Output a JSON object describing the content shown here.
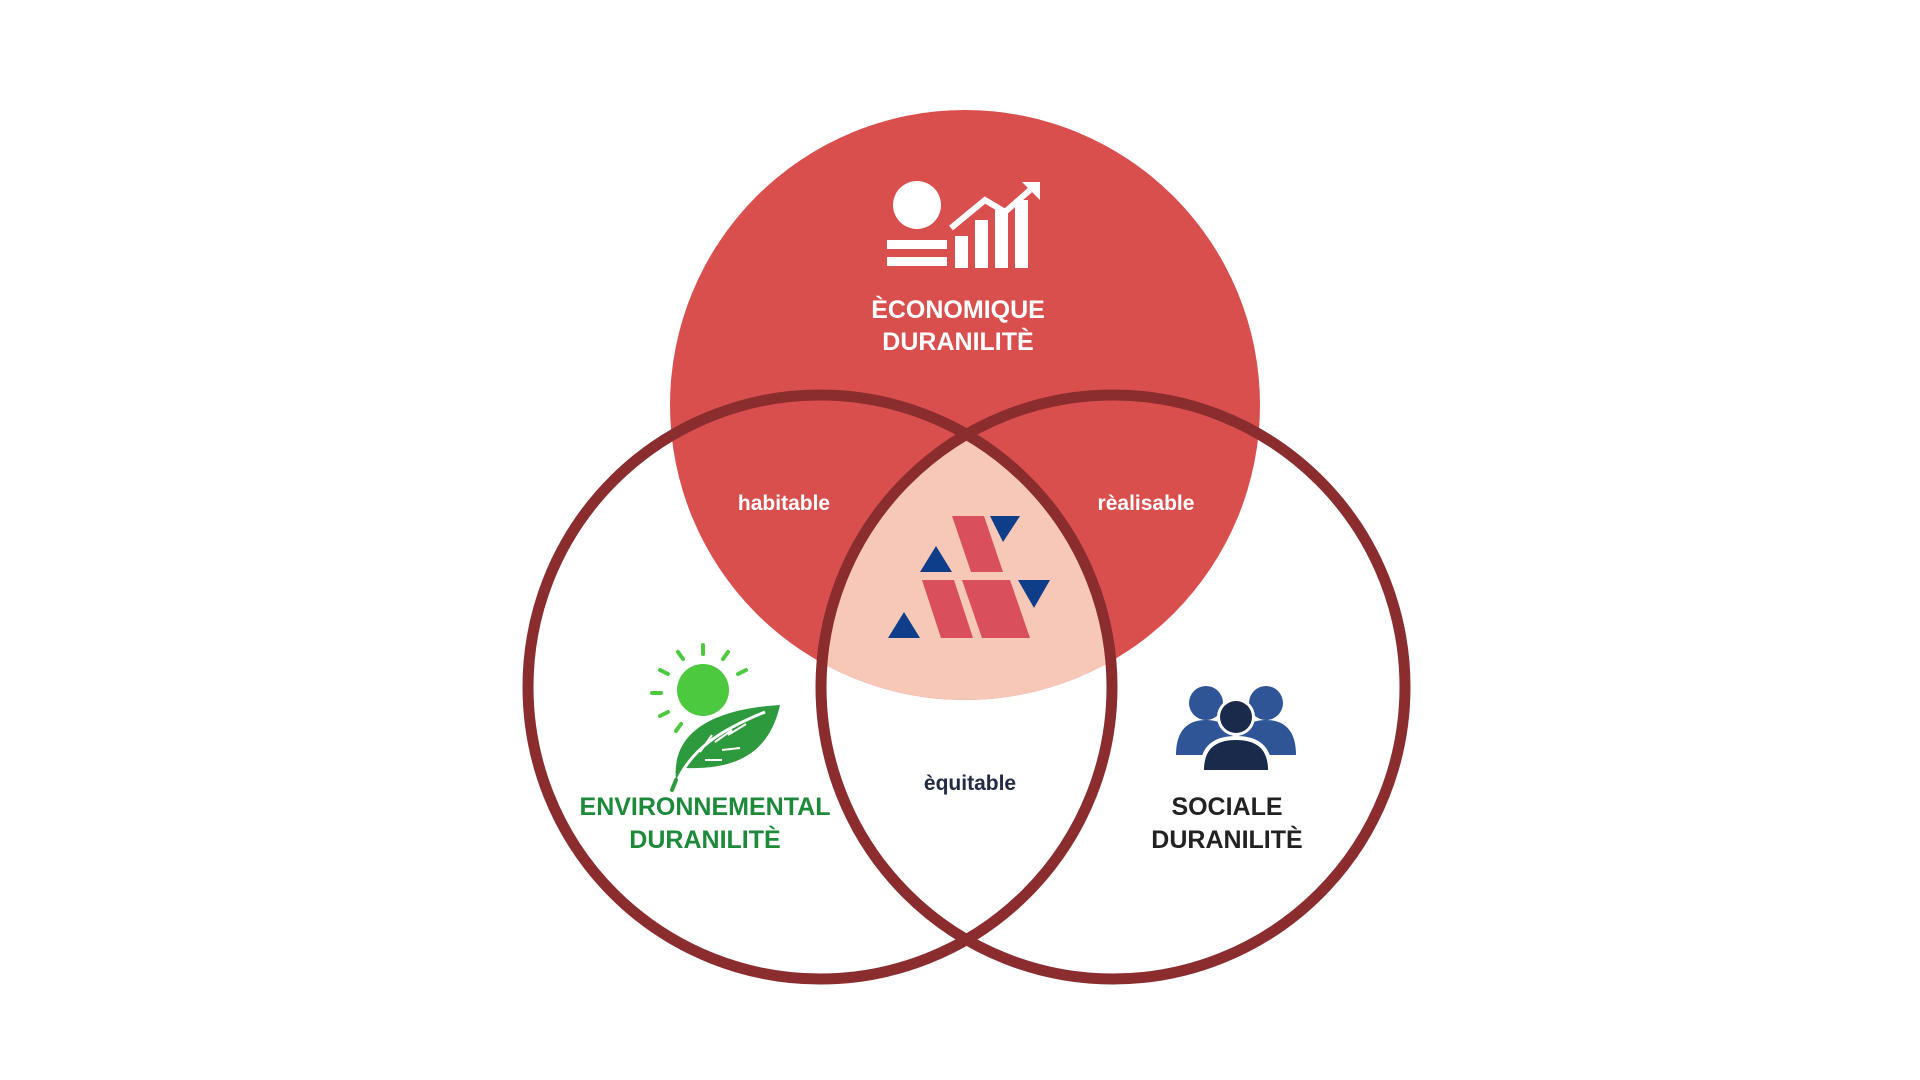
{
  "economic": {
    "line1": "ÈCONOMIQUE",
    "line2": "DURANILITÈ",
    "icon": "decent-work-growth-icon",
    "text_color": "#ffffff",
    "fill_color": "#d94f4d"
  },
  "environmental": {
    "line1": "ENVIRONNEMENTAL",
    "line2": "DURANILITÈ",
    "icon": "sun-leaf-icon",
    "text_color": "#1d8a3a"
  },
  "social": {
    "line1": "SOCIALE",
    "line2": "DURANILITÈ",
    "icon": "people-group-icon",
    "text_color": "#222222"
  },
  "overlaps": {
    "habitable": "habitable",
    "realisable": "rèalisable",
    "equitable": "èquitable"
  },
  "center": {
    "icon": "company-logo-icon",
    "fill_color": "#f7c8b8"
  },
  "colors": {
    "ring": "#8b2c2f",
    "logo_red": "#d94f5c",
    "logo_blue": "#0e3e8a",
    "leaf_green": "#2e9a3e",
    "sun_green": "#4cc93f",
    "people_blue": "#2f5597",
    "people_navy": "#1a2a4a"
  }
}
